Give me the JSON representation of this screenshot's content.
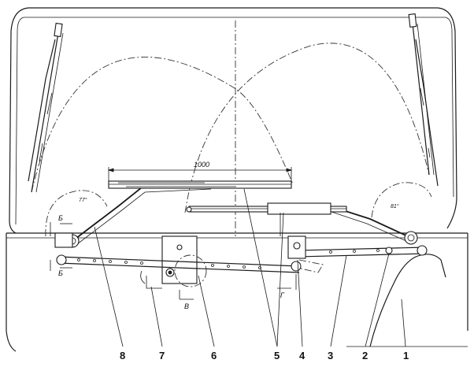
{
  "callouts": [
    {
      "id": "c1",
      "label": "1"
    },
    {
      "id": "c2",
      "label": "2"
    },
    {
      "id": "c3",
      "label": "3"
    },
    {
      "id": "c4",
      "label": "4"
    },
    {
      "id": "c5",
      "label": "5"
    },
    {
      "id": "c6",
      "label": "6"
    },
    {
      "id": "c7",
      "label": "7"
    },
    {
      "id": "c8",
      "label": "8"
    }
  ],
  "section_marks": {
    "b_upper": "Б",
    "b_lower": "Б",
    "v": "В",
    "g": "Г"
  },
  "dimensions": {
    "blade_length": "1000",
    "left_angle": "77°",
    "right_angle": "81°"
  },
  "colors": {
    "ink": "#1a1a1a",
    "paper": "#ffffff"
  }
}
